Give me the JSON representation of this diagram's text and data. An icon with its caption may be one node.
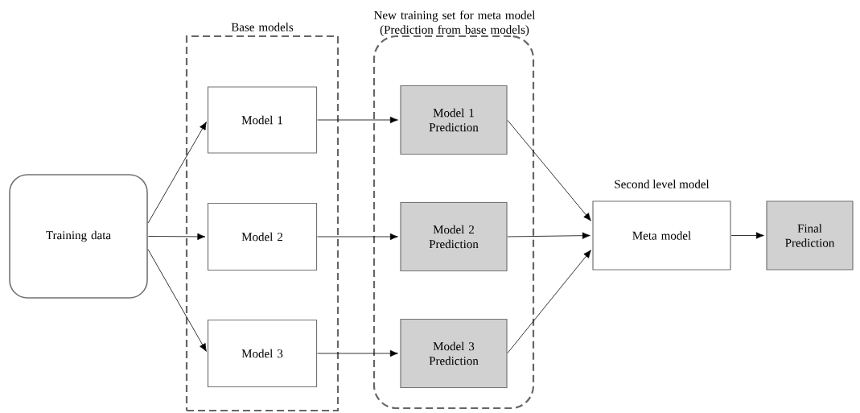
{
  "diagram": {
    "nodes": [
      {
        "text": [
          "Training data"
        ]
      },
      {
        "text": [
          "Base models"
        ]
      },
      {
        "text": [
          "Model 1"
        ],
        "in": 1
      },
      {
        "text": [
          "Model 2"
        ],
        "in": 1
      },
      {
        "text": [
          "Model 3"
        ],
        "in": 1
      },
      {
        "text": [
          "New training set for meta model (Prediction from base models)"
        ]
      },
      {
        "text": [
          "Model 1 Prediction"
        ],
        "in": 5
      },
      {
        "text": [
          "Model 2 Prediction"
        ],
        "in": 5
      },
      {
        "text": [
          "Model 3 Prediction"
        ],
        "in": 5
      },
      {
        "text": [
          "Meta model"
        ],
        "beside": [
          "Second level model"
        ]
      },
      {
        "text": [
          "Final Prediction"
        ]
      }
    ],
    "edges": [
      {
        "from": 0,
        "to": 2,
        "arrow": "to"
      },
      {
        "from": 0,
        "to": 3,
        "arrow": "to"
      },
      {
        "from": 0,
        "to": 4,
        "arrow": "to"
      },
      {
        "from": 2,
        "to": 6,
        "arrow": "to"
      },
      {
        "from": 3,
        "to": 7,
        "arrow": "to"
      },
      {
        "from": 4,
        "to": 8,
        "arrow": "to"
      },
      {
        "from": 6,
        "to": 9,
        "arrow": "to"
      },
      {
        "from": 7,
        "to": 9,
        "arrow": "to"
      },
      {
        "from": 8,
        "to": 9,
        "arrow": "to"
      },
      {
        "from": 9,
        "to": 10,
        "arrow": "to"
      }
    ]
  }
}
